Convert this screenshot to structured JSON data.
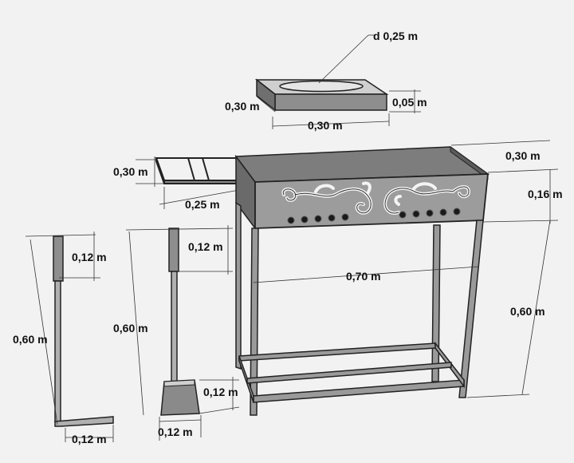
{
  "colors": {
    "background": "#f2f2f2",
    "metal": "#9c9c9c",
    "metal_dark": "#6f6f6f",
    "metal_light": "#cfcfcf",
    "outline": "#222222",
    "ornament": "#f4f4f4",
    "hole": "#1a1a1a"
  },
  "dimensions": {
    "bowl_diameter": "d 0,25 m",
    "bowl_length": "0,30 m",
    "bowl_height": "0,05 m",
    "bowl_width": "0,30 m",
    "shelf_width": "0,30 m",
    "shelf_length": "0,25 m",
    "box_depth": "0,30 m",
    "box_height": "0,16 m",
    "box_length": "0,70 m",
    "leg_height": "0,60 m",
    "poker_handle": "0,12 m",
    "poker_height": "0,60 m",
    "poker_foot": "0,12 m",
    "shovel_handle": "0,12 m",
    "shovel_height": "0,60 m",
    "shovel_blade_height": "0,12 m",
    "shovel_blade_width": "0,12 m"
  },
  "icons": {
    "poker": "poker-tool-icon",
    "shovel": "shovel-tool-icon",
    "grill": "grill-icon",
    "bowl": "ash-bowl-icon"
  }
}
